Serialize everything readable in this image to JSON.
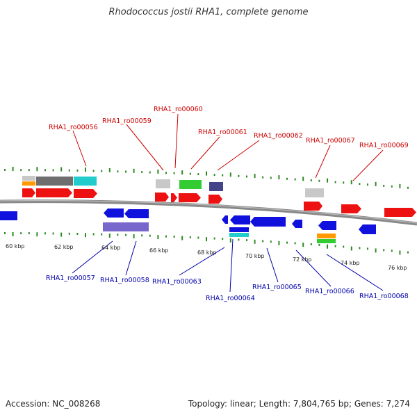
{
  "title": "Rhodococcus jostii RHA1, complete genome",
  "footer": {
    "accession": "Accession: NC_008268",
    "topology": "Topology: linear; Length: 7,804,765 bp; Genes: 7,274"
  },
  "colors": {
    "top_label": "#cc0000",
    "bottom_label": "#0000aa",
    "axis": "#888888",
    "tick": "#2e8b22",
    "red": "#ee1111",
    "blue": "#1111dd",
    "gray": "#c8c8c8",
    "dark_gray": "#6e6e6e",
    "cyan": "#22cccc",
    "green": "#33cc33",
    "navy": "#444488",
    "purple": "#7766cc",
    "orange": "#ff9900"
  },
  "scale_labels": [
    "60 kbp",
    "62 kbp",
    "64 kbp",
    "66 kbp",
    "68 kbp",
    "70 kbp",
    "72 kbp",
    "74 kbp",
    "76 kbp"
  ],
  "top_genes": [
    "RHA1_ro00056",
    "RHA1_ro00059",
    "RHA1_ro00060",
    "RHA1_ro00061",
    "RHA1_ro00062",
    "RHA1_ro00067",
    "RHA1_ro00069"
  ],
  "bottom_genes": [
    "RHA1_ro00057",
    "RHA1_ro00058",
    "RHA1_ro00063",
    "RHA1_ro00064",
    "RHA1_ro00065",
    "RHA1_ro00066",
    "RHA1_ro00068"
  ]
}
